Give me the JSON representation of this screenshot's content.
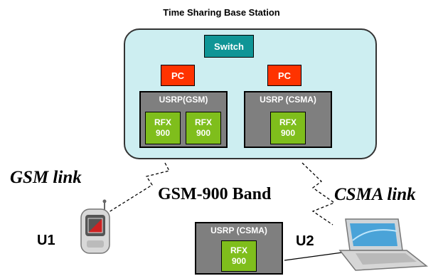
{
  "title": "Time Sharing Base Station",
  "switch": {
    "label": "Switch"
  },
  "pcs": [
    {
      "label": "PC"
    },
    {
      "label": "PC"
    }
  ],
  "usrp_gsm": {
    "label": "USRP(GSM)",
    "rfx": [
      {
        "l1": "RFX",
        "l2": "900"
      },
      {
        "l1": "RFX",
        "l2": "900"
      }
    ]
  },
  "usrp_csma": {
    "label": "USRP (CSMA)",
    "rfx": {
      "l1": "RFX",
      "l2": "900"
    }
  },
  "usrp_client": {
    "label": "USRP (CSMA)",
    "rfx": {
      "l1": "RFX",
      "l2": "900"
    }
  },
  "links": {
    "gsm": "GSM link",
    "csma": "CSMA link",
    "band": "GSM-900 Band"
  },
  "users": {
    "u1": "U1",
    "u2": "U2"
  },
  "colors": {
    "station_bg": "#cdeef1",
    "switch": "#0f9596",
    "pc": "#ff3300",
    "usrp": "#7f7f7f",
    "rfx": "#7fbe1c"
  }
}
